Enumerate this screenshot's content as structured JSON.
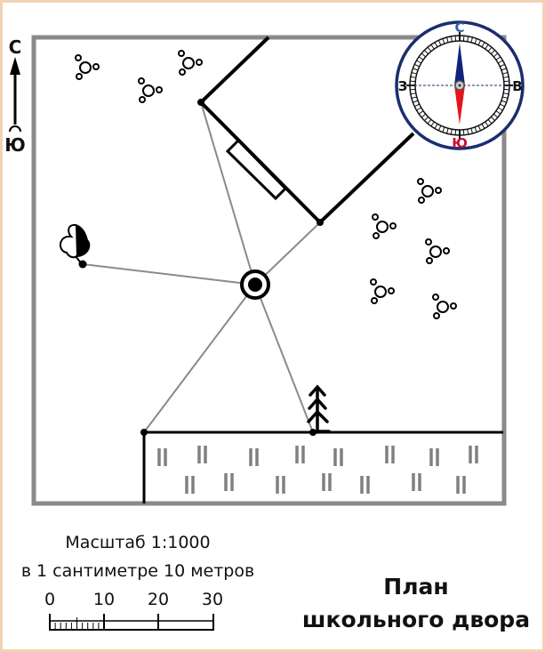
{
  "north_arrow": {
    "north_label": "С",
    "south_label": "Ю"
  },
  "compass": {
    "north": "С",
    "south": "Ю",
    "west": "З",
    "east": "В",
    "colors": {
      "ring": "#1a2e6e",
      "north_needle": "#10237a",
      "south_needle": "#e8141a",
      "north_letter": "#2f5fa8",
      "south_letter": "#c8102e"
    }
  },
  "scale": {
    "title": "Масштаб 1:1000",
    "subtitle": "в 1 сантиметре 10 метров",
    "ticks": [
      "0",
      "10",
      "20",
      "30"
    ]
  },
  "map_title": {
    "line1": "План",
    "line2": "школьного двора"
  },
  "colors": {
    "frame": "#8a8a8a",
    "border": "#f3d2b4",
    "grass": "#808080"
  }
}
